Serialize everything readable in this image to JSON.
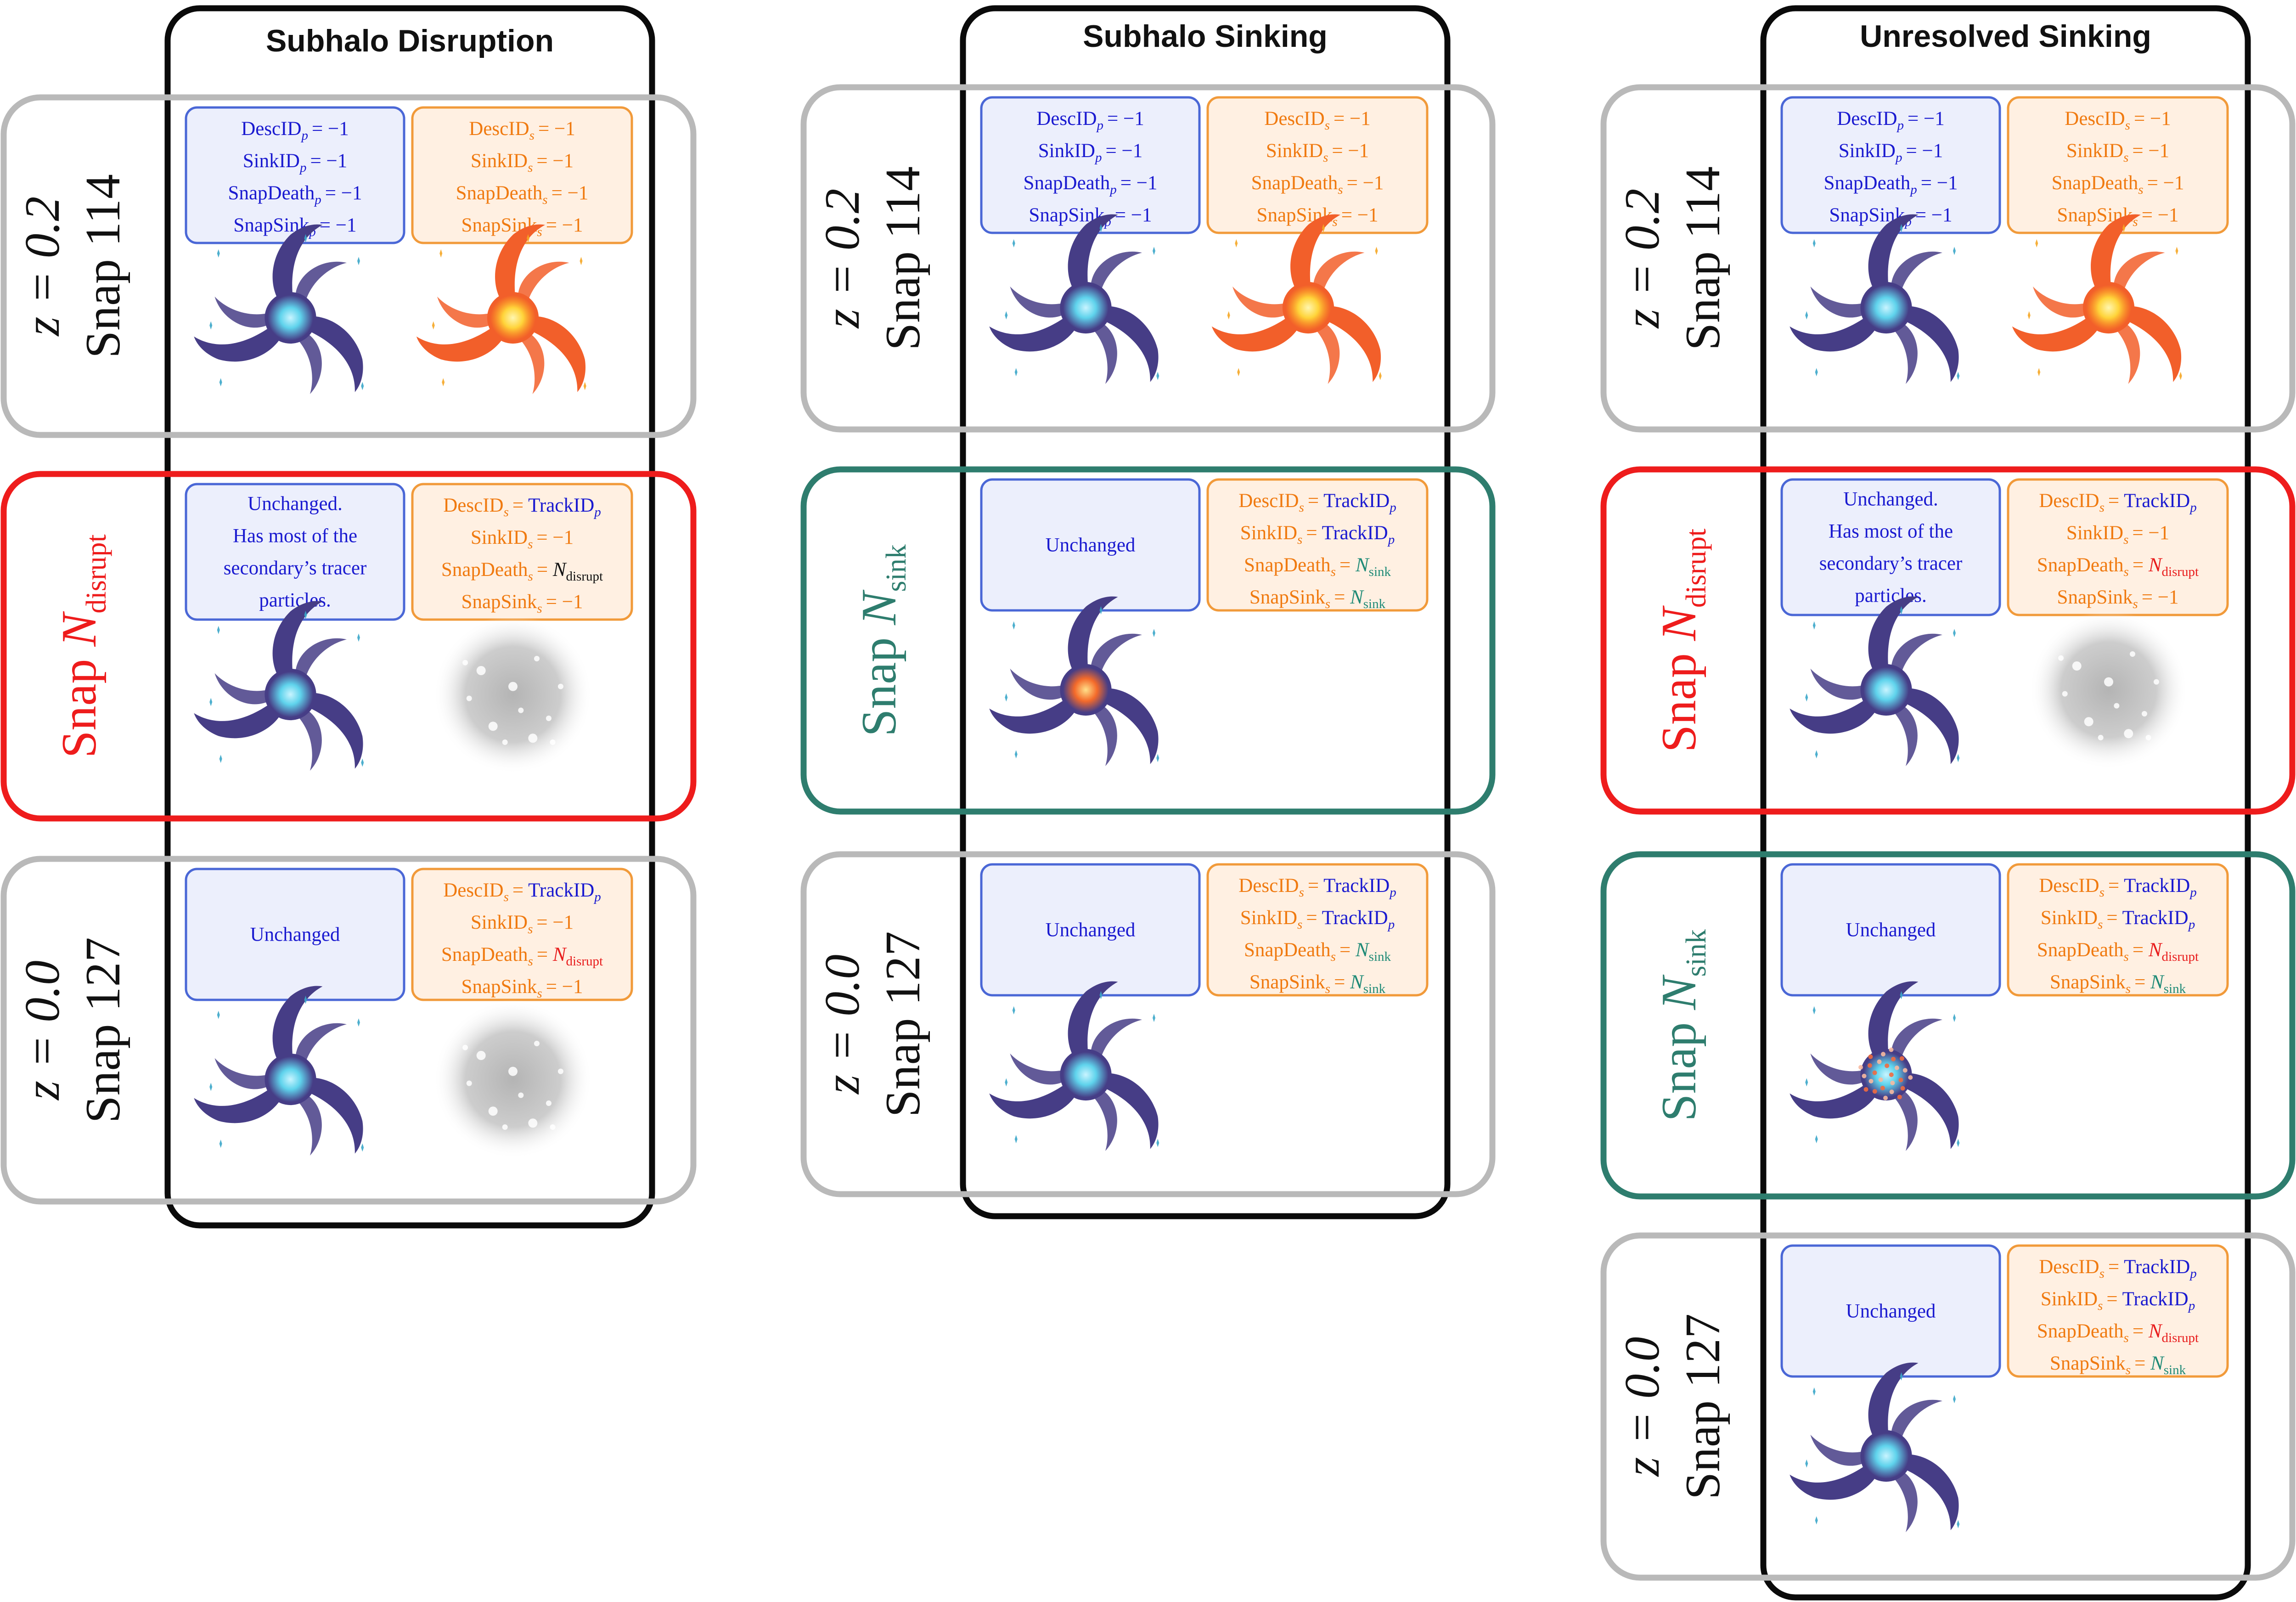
{
  "columns": [
    {
      "title": "Subhalo Disruption",
      "rows": [
        {
          "style": "gray",
          "label": {
            "z": "z = 0.2",
            "snap": "Snap 114"
          },
          "primary": {
            "kind": "vars",
            "vars": [
              {
                "name": "DescID",
                "sub": "p",
                "rhs": "= −1"
              },
              {
                "name": "SinkID",
                "sub": "p",
                "rhs": "= −1"
              },
              {
                "name": "SnapDeath",
                "sub": "p",
                "rhs": "= −1"
              },
              {
                "name": "SnapSink",
                "sub": "p",
                "rhs": "= −1"
              }
            ]
          },
          "secondary": {
            "vars": [
              {
                "name": "DescID",
                "sub": "s",
                "rhs": "= −1"
              },
              {
                "name": "SinkID",
                "sub": "s",
                "rhs": "= −1"
              },
              {
                "name": "SnapDeath",
                "sub": "s",
                "rhs": "= −1"
              },
              {
                "name": "SnapSink",
                "sub": "s",
                "rhs": "= −1"
              }
            ]
          },
          "icons": [
            "blue-spiral",
            "orange-spiral"
          ]
        },
        {
          "style": "red",
          "label": {
            "snap": "Snap ",
            "n": "N",
            "nsub": "disrupt"
          },
          "primary": {
            "kind": "text",
            "lines": [
              "Unchanged.",
              "Has most of the",
              "secondary’s tracer",
              "particles."
            ]
          },
          "secondary": {
            "vars": [
              {
                "name": "DescID",
                "sub": "s",
                "rhs": "= ",
                "val": "TrackID",
                "valsub": "p",
                "valcolor": "blue"
              },
              {
                "name": "SinkID",
                "sub": "s",
                "rhs": "= −1"
              },
              {
                "name": "SnapDeath",
                "sub": "s",
                "rhs": "= ",
                "val": "N",
                "valsub": "disrupt",
                "valcolor": "black"
              },
              {
                "name": "SnapSink",
                "sub": "s",
                "rhs": "= −1"
              }
            ]
          },
          "icons": [
            "blue-spiral",
            "gray-cloud"
          ]
        },
        {
          "style": "gray",
          "label": {
            "z": "z = 0.0",
            "snap": "Snap 127"
          },
          "primary": {
            "kind": "text",
            "lines": [
              "Unchanged"
            ]
          },
          "secondary": {
            "vars": [
              {
                "name": "DescID",
                "sub": "s",
                "rhs": "= ",
                "val": "TrackID",
                "valsub": "p",
                "valcolor": "blue"
              },
              {
                "name": "SinkID",
                "sub": "s",
                "rhs": "= −1"
              },
              {
                "name": "SnapDeath",
                "sub": "s",
                "rhs": "= ",
                "val": "N",
                "valsub": "disrupt",
                "valcolor": "red"
              },
              {
                "name": "SnapSink",
                "sub": "s",
                "rhs": "= −1"
              }
            ]
          },
          "icons": [
            "blue-spiral",
            "gray-cloud"
          ]
        }
      ]
    },
    {
      "title": "Subhalo Sinking",
      "rows": [
        {
          "style": "gray",
          "label": {
            "z": "z = 0.2",
            "snap": "Snap 114"
          },
          "primary": {
            "kind": "vars",
            "vars": [
              {
                "name": "DescID",
                "sub": "p",
                "rhs": "= −1"
              },
              {
                "name": "SinkID",
                "sub": "p",
                "rhs": "= −1"
              },
              {
                "name": "SnapDeath",
                "sub": "p",
                "rhs": "= −1"
              },
              {
                "name": "SnapSink",
                "sub": "p",
                "rhs": "= −1"
              }
            ]
          },
          "secondary": {
            "vars": [
              {
                "name": "DescID",
                "sub": "s",
                "rhs": "= −1"
              },
              {
                "name": "SinkID",
                "sub": "s",
                "rhs": "= −1"
              },
              {
                "name": "SnapDeath",
                "sub": "s",
                "rhs": "= −1"
              },
              {
                "name": "SnapSink",
                "sub": "s",
                "rhs": "= −1"
              }
            ]
          },
          "icons": [
            "blue-spiral",
            "orange-spiral"
          ]
        },
        {
          "style": "teal",
          "label": {
            "snap": "Snap ",
            "n": "N",
            "nsub": "sink"
          },
          "primary": {
            "kind": "text",
            "lines": [
              "Unchanged"
            ]
          },
          "secondary": {
            "vars": [
              {
                "name": "DescID",
                "sub": "s",
                "rhs": "= ",
                "val": "TrackID",
                "valsub": "p",
                "valcolor": "blue"
              },
              {
                "name": "SinkID",
                "sub": "s",
                "rhs": "= ",
                "val": "TrackID",
                "valsub": "p",
                "valcolor": "blue"
              },
              {
                "name": "SnapDeath",
                "sub": "s",
                "rhs": "= ",
                "val": "N",
                "valsub": "sink",
                "valcolor": "teal"
              },
              {
                "name": "SnapSink",
                "sub": "s",
                "rhs": "= ",
                "val": "N",
                "valsub": "sink",
                "valcolor": "teal"
              }
            ]
          },
          "icons": [
            "merged-spiral"
          ]
        },
        {
          "style": "gray",
          "label": {
            "z": "z = 0.0",
            "snap": "Snap 127"
          },
          "primary": {
            "kind": "text",
            "lines": [
              "Unchanged"
            ]
          },
          "secondary": {
            "vars": [
              {
                "name": "DescID",
                "sub": "s",
                "rhs": "= ",
                "val": "TrackID",
                "valsub": "p",
                "valcolor": "blue"
              },
              {
                "name": "SinkID",
                "sub": "s",
                "rhs": "= ",
                "val": "TrackID",
                "valsub": "p",
                "valcolor": "blue"
              },
              {
                "name": "SnapDeath",
                "sub": "s",
                "rhs": "= ",
                "val": "N",
                "valsub": "sink",
                "valcolor": "teal"
              },
              {
                "name": "SnapSink",
                "sub": "s",
                "rhs": "= ",
                "val": "N",
                "valsub": "sink",
                "valcolor": "teal"
              }
            ]
          },
          "icons": [
            "blue-spiral"
          ]
        }
      ]
    },
    {
      "title": "Unresolved Sinking",
      "rows": [
        {
          "style": "gray",
          "label": {
            "z": "z = 0.2",
            "snap": "Snap 114"
          },
          "primary": {
            "kind": "vars",
            "vars": [
              {
                "name": "DescID",
                "sub": "p",
                "rhs": "= −1"
              },
              {
                "name": "SinkID",
                "sub": "p",
                "rhs": "= −1"
              },
              {
                "name": "SnapDeath",
                "sub": "p",
                "rhs": "= −1"
              },
              {
                "name": "SnapSink",
                "sub": "p",
                "rhs": "= −1"
              }
            ]
          },
          "secondary": {
            "vars": [
              {
                "name": "DescID",
                "sub": "s",
                "rhs": "= −1"
              },
              {
                "name": "SinkID",
                "sub": "s",
                "rhs": "= −1"
              },
              {
                "name": "SnapDeath",
                "sub": "s",
                "rhs": "= −1"
              },
              {
                "name": "SnapSink",
                "sub": "s",
                "rhs": "= −1"
              }
            ]
          },
          "icons": [
            "blue-spiral",
            "orange-spiral"
          ]
        },
        {
          "style": "red",
          "label": {
            "snap": "Snap ",
            "n": "N",
            "nsub": "disrupt"
          },
          "primary": {
            "kind": "text",
            "lines": [
              "Unchanged.",
              "Has most of the",
              "secondary’s tracer",
              "particles."
            ]
          },
          "secondary": {
            "vars": [
              {
                "name": "DescID",
                "sub": "s",
                "rhs": "= ",
                "val": "TrackID",
                "valsub": "p",
                "valcolor": "blue"
              },
              {
                "name": "SinkID",
                "sub": "s",
                "rhs": "= −1"
              },
              {
                "name": "SnapDeath",
                "sub": "s",
                "rhs": "= ",
                "val": "N",
                "valsub": "disrupt",
                "valcolor": "red"
              },
              {
                "name": "SnapSink",
                "sub": "s",
                "rhs": "= −1"
              }
            ]
          },
          "icons": [
            "blue-spiral",
            "gray-cloud"
          ]
        },
        {
          "style": "teal",
          "label": {
            "snap": "Snap ",
            "n": "N",
            "nsub": "sink"
          },
          "primary": {
            "kind": "text",
            "lines": [
              "Unchanged"
            ]
          },
          "secondary": {
            "vars": [
              {
                "name": "DescID",
                "sub": "s",
                "rhs": "= ",
                "val": "TrackID",
                "valsub": "p",
                "valcolor": "blue"
              },
              {
                "name": "SinkID",
                "sub": "s",
                "rhs": "= ",
                "val": "TrackID",
                "valsub": "p",
                "valcolor": "blue"
              },
              {
                "name": "SnapDeath",
                "sub": "s",
                "rhs": "= ",
                "val": "N",
                "valsub": "disrupt",
                "valcolor": "red"
              },
              {
                "name": "SnapSink",
                "sub": "s",
                "rhs": "= ",
                "val": "N",
                "valsub": "sink",
                "valcolor": "teal"
              }
            ]
          },
          "icons": [
            "speckled-spiral"
          ]
        },
        {
          "style": "gray",
          "label": {
            "z": "z = 0.0",
            "snap": "Snap 127"
          },
          "primary": {
            "kind": "text",
            "lines": [
              "Unchanged"
            ]
          },
          "secondary": {
            "vars": [
              {
                "name": "DescID",
                "sub": "s",
                "rhs": "= ",
                "val": "TrackID",
                "valsub": "p",
                "valcolor": "blue"
              },
              {
                "name": "SinkID",
                "sub": "s",
                "rhs": "= ",
                "val": "TrackID",
                "valsub": "p",
                "valcolor": "blue"
              },
              {
                "name": "SnapDeath",
                "sub": "s",
                "rhs": "= ",
                "val": "N",
                "valsub": "disrupt",
                "valcolor": "red"
              },
              {
                "name": "SnapSink",
                "sub": "s",
                "rhs": "= ",
                "val": "N",
                "valsub": "sink",
                "valcolor": "teal"
              }
            ]
          },
          "icons": [
            "blue-spiral"
          ]
        }
      ]
    }
  ],
  "colors": {
    "frame": "#0a0a0a",
    "row_gray": "#b9b9b9",
    "row_red": "#ee1c1c",
    "row_teal": "#2e7d6e",
    "primary_fill": "#eceffc",
    "primary_border": "#4a67d6",
    "primary_text": "#1a1ad0",
    "secondary_fill": "#fff0e2",
    "secondary_border": "#f19a3a",
    "secondary_text": "#f07a10",
    "blue": "#1a1ad0",
    "red": "#e81c1c",
    "teal": "#1e8a76",
    "black": "#111111",
    "spiral_blue": "#463d86",
    "spiral_core": "#5fd3ec",
    "spiral_orange": "#f25f2a",
    "spiral_orange_core": "#ffd43a",
    "cloud": "#c7c7c7"
  }
}
